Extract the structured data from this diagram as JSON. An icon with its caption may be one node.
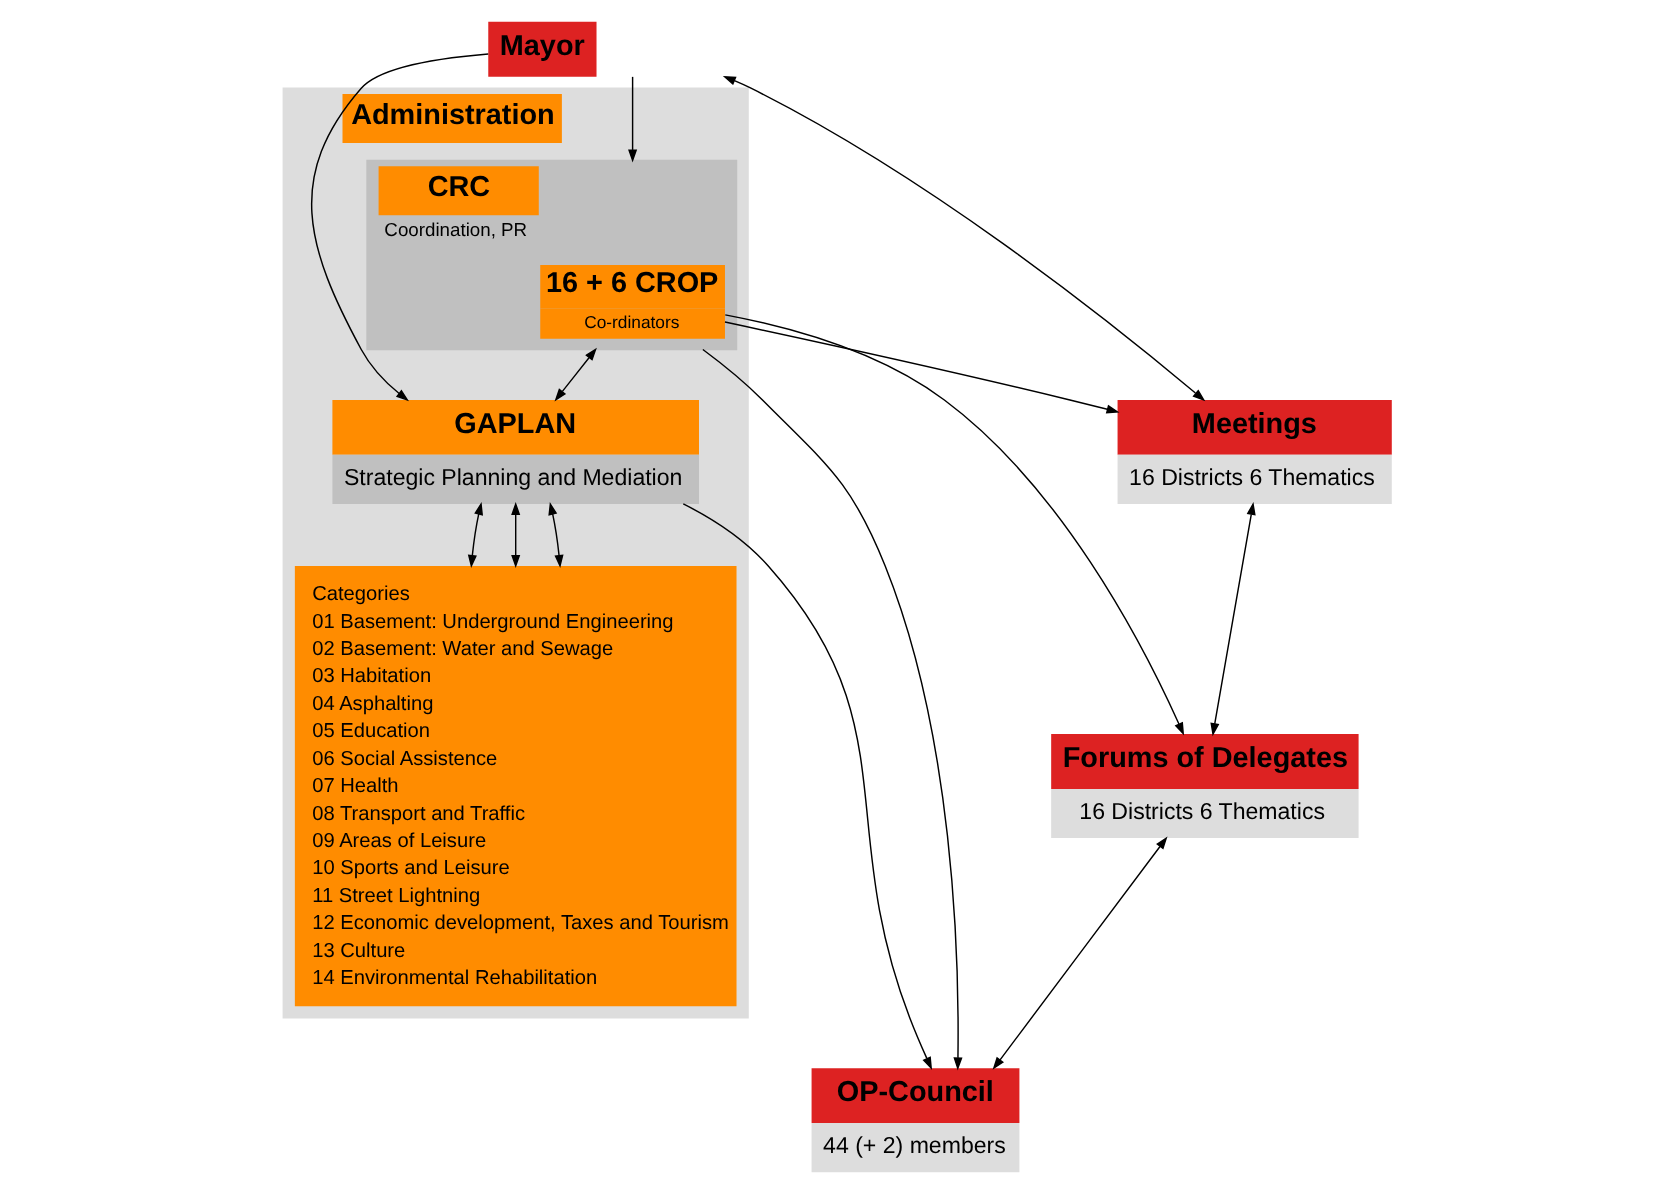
{
  "diagram": {
    "nodes": [
      {
        "text": [
          "Mayor"
        ]
      },
      {
        "text": [
          "Administration"
        ]
      },
      {
        "text": [
          "CRC",
          "Coordination, PR"
        ],
        "in": 1
      },
      {
        "text": [
          "16 + 6 CROP",
          "Co-rdinators"
        ],
        "in": 2
      },
      {
        "text": [
          "GAPLAN",
          "Strategic Planning and Mediation"
        ],
        "in": 1
      },
      {
        "text": [
          "Categories",
          "01 Basement: Underground Engineering",
          "02 Basement: Water and Sewage",
          "03 Habitation",
          "04 Asphalting",
          "05 Education",
          "06 Social Assistence",
          "07 Health",
          "08 Transport and Traffic",
          "09 Areas of Leisure",
          "10 Sports and Leisure",
          "11 Street Lightning",
          "12 Economic development, Taxes and Tourism",
          "13 Culture",
          "14 Environmental Rehabilitation"
        ],
        "in": 1
      },
      {
        "text": [
          "Meetings",
          "16 Districts 6 Thematics"
        ]
      },
      {
        "text": [
          "Forums of Delegates",
          "16 Districts 6 Thematics"
        ]
      },
      {
        "text": [
          "OP-Council",
          "44 (+ 2) members"
        ]
      }
    ],
    "edges": [
      {
        "from": 0,
        "to": 2,
        "arrow": "to"
      },
      {
        "from": 0,
        "to": 4,
        "arrow": "to"
      },
      {
        "from": 2,
        "to": 4,
        "arrow": "both"
      },
      {
        "from": 2,
        "to": 8,
        "arrow": "to"
      },
      {
        "from": 4,
        "to": 8,
        "arrow": "to"
      },
      {
        "from": 4,
        "to": 5,
        "arrow": "both"
      },
      {
        "from": 4,
        "to": 5,
        "arrow": "both"
      },
      {
        "from": 4,
        "to": 5,
        "arrow": "both"
      },
      {
        "from": 3,
        "to": 6,
        "arrow": "to"
      },
      {
        "from": 3,
        "to": 7,
        "arrow": "to"
      },
      {
        "from": 0,
        "to": 6,
        "arrow": "both"
      },
      {
        "from": 6,
        "to": 7,
        "arrow": "both"
      },
      {
        "from": 7,
        "to": 8,
        "arrow": "both"
      }
    ]
  }
}
